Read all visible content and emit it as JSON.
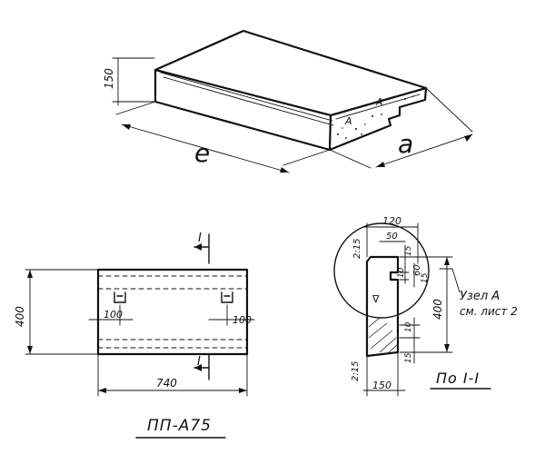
{
  "iso_view": {
    "dim_height": "150",
    "dim_length": "e",
    "dim_width": "a",
    "mark_a1": "A",
    "mark_a2": "A"
  },
  "plan_view": {
    "dim_left": "400",
    "dim_anchor_left": "100",
    "dim_anchor_right": "100",
    "dim_bottom": "740",
    "section_mark_top": "I",
    "section_mark_bottom": "I",
    "caption": "ПП-А75"
  },
  "section_view": {
    "dim_top": "120",
    "dim_50": "50",
    "dim_15_top": "15",
    "dim_10_top": "10",
    "dim_60": "60",
    "dim_15_mid": "15",
    "dim_400": "400",
    "dim_10_low": "10",
    "dim_15_low": "15",
    "dim_bottom": "150",
    "slope_top": "2:15",
    "slope_bottom": "2:15",
    "node_label_1": "Узел А",
    "node_label_2": "см. лист 2",
    "caption": "По I-I"
  }
}
